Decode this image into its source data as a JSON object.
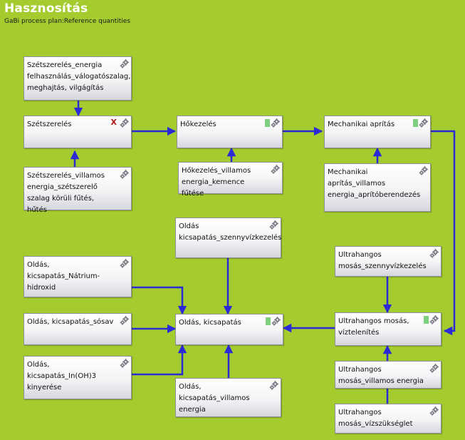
{
  "header": {
    "title": "Hasznosítás",
    "subtitle": "GaBi process plan:Reference quantities"
  },
  "colors": {
    "background": "#a4cc2e",
    "edge": "#2a2ad6",
    "node_border": "#8f8f9a"
  },
  "nodes": {
    "szetszereles_energia": {
      "label": "Szétszerelés_energia felhasználás_válogatószalag, meghajtás, vilgágítás"
    },
    "szetszereles": {
      "label": "Szétszerelés",
      "marker": "X"
    },
    "szetszereles_villamos": {
      "label": "Szétszerelés_villamos energia_szétszerelő szalag körüli fűtés, hűtés"
    },
    "hokezeles": {
      "label": "Hőkezelés"
    },
    "hokezeles_villamos": {
      "label": "Hőkezelés_villamos energia_kemence fűtése"
    },
    "mechanikai_aprítas": {
      "label": "Mechanikai aprítás"
    },
    "mechanikai_villamos": {
      "label": "Mechanikai aprítás_villamos energia_aprítóberendezés"
    },
    "oldas_szennyviz": {
      "label": "Oldás kicsapatás_szennyvízkezelés"
    },
    "oldas_natrium": {
      "label": "Oldás, kicsapatás_Nátrium-hidroxid"
    },
    "oldas_sosav": {
      "label": "Oldás, kicsapatás_sósav"
    },
    "oldas_kicsapatas": {
      "label": "Oldás, kicsapatás"
    },
    "oldas_in": {
      "label": "Oldás, kicsapatás_In(OH)3 kinyerése"
    },
    "oldas_villamos": {
      "label": "Oldás, kicsapatás_villamos energia"
    },
    "ultrahang_szennyviz": {
      "label": "Ultrahangos mosás_szennyvízkezelés"
    },
    "ultrahang_mosas": {
      "label": "Ultrahangos mosás, víztelenítés"
    },
    "ultrahang_villamos": {
      "label": "Ultrahangos mosás_villamos energia"
    },
    "ultrahang_vizszukseglet": {
      "label": "Ultrahangos mosás_vízszükséglet"
    }
  }
}
